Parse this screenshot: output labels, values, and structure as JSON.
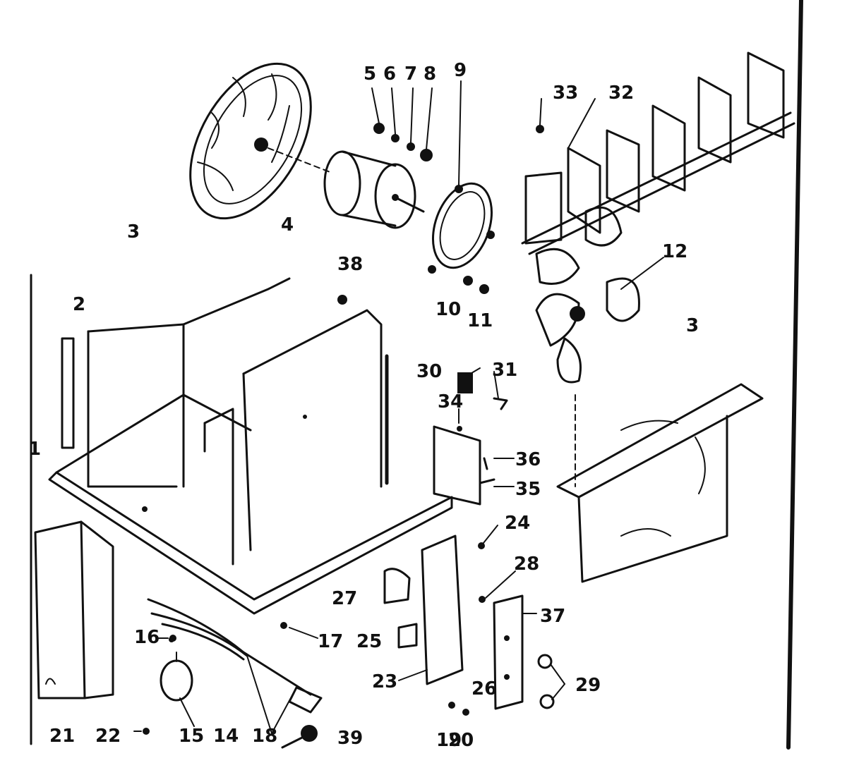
{
  "diagram": {
    "labels": {
      "l1": "1",
      "l2": "2",
      "l3a": "3",
      "l3b": "3",
      "l4": "4",
      "l5": "5",
      "l6": "6",
      "l7": "7",
      "l8": "8",
      "l9": "9",
      "l10": "10",
      "l11": "11",
      "l12": "12",
      "l14": "14",
      "l15": "15",
      "l16": "16",
      "l17": "17",
      "l18": "18",
      "l19": "19",
      "l20": "20",
      "l21": "21",
      "l22": "22",
      "l23": "23",
      "l24": "24",
      "l25": "25",
      "l26": "26",
      "l27": "27",
      "l28": "28",
      "l29": "29",
      "l30": "30",
      "l31": "31",
      "l32": "32",
      "l33": "33",
      "l34": "34",
      "l35": "35",
      "l36": "36",
      "l37": "37",
      "l38": "38",
      "l39": "39"
    }
  }
}
